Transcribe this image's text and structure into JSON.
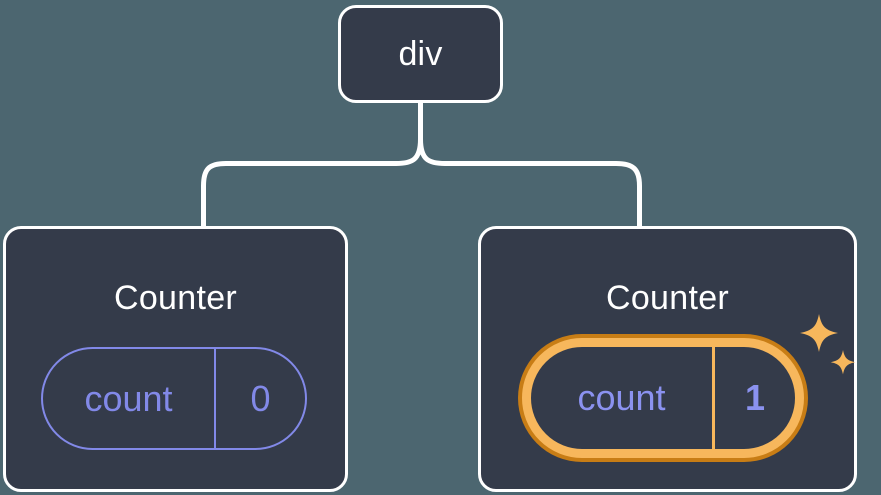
{
  "diagram": {
    "type": "component-tree",
    "background_color": "#4c6670",
    "node_fill_color": "#343b4a",
    "node_border_color": "#ffffff",
    "connector_color": "#ffffff",
    "accent_idle_color": "#8289e8",
    "accent_highlight_color": "#f7b75c",
    "accent_highlight_ring_color": "#c87d15"
  },
  "root": {
    "label": "div"
  },
  "children": [
    {
      "label": "Counter",
      "state": {
        "key": "count",
        "value": "0",
        "highlighted": false
      }
    },
    {
      "label": "Counter",
      "state": {
        "key": "count",
        "value": "1",
        "highlighted": true
      },
      "sparkle": {
        "icon": "sparkles-icon",
        "color": "#f7b75c"
      }
    }
  ]
}
